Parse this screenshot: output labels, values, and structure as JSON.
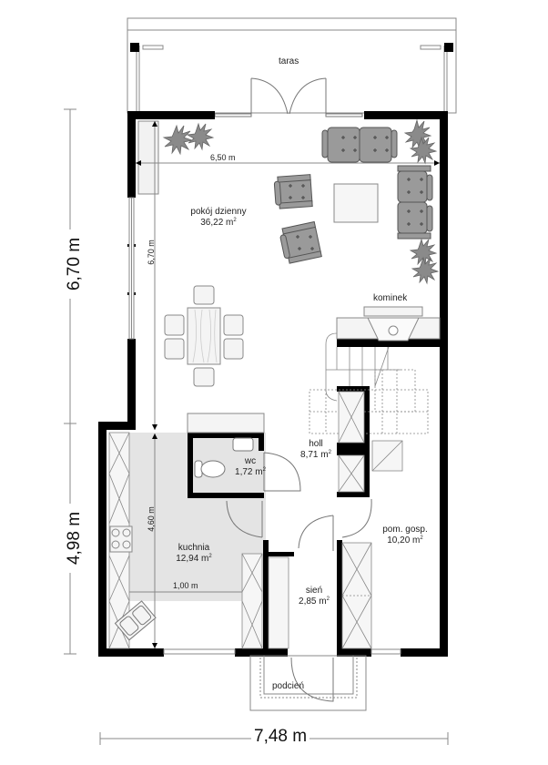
{
  "plan": {
    "type": "ground floor plan",
    "colors": {
      "wall": "#000000",
      "floor_tile": "#e4e4e4",
      "furniture": "#9a9a9a",
      "line": "#808080"
    }
  },
  "rooms": {
    "taras": {
      "name": "taras"
    },
    "pokoj": {
      "name": "pokój dzienny",
      "area": "36,22 m",
      "unit_sup": "2"
    },
    "kominek": {
      "name": "kominek"
    },
    "holl": {
      "name": "holl",
      "area": "8,71 m",
      "unit_sup": "2"
    },
    "wc": {
      "name": "wc",
      "area": "1,72 m",
      "unit_sup": "2"
    },
    "kuchnia": {
      "name": "kuchnia",
      "area": "12,94 m",
      "unit_sup": "2"
    },
    "pom_gosp": {
      "name": "pom. gosp.",
      "area": "10,20 m",
      "unit_sup": "2"
    },
    "sien": {
      "name": "sień",
      "area": "2,85 m",
      "unit_sup": "2"
    },
    "podcien": {
      "name": "podcień"
    }
  },
  "dimensions": {
    "inner_width": "6,50 m",
    "inner_depth_living": "6,70 m",
    "kitchen_depth": "4,60 m",
    "kitchen_width": "1,00 m",
    "outer_left_top": "6,70 m",
    "outer_left_bottom": "4,98 m",
    "outer_bottom": "7,48 m"
  }
}
